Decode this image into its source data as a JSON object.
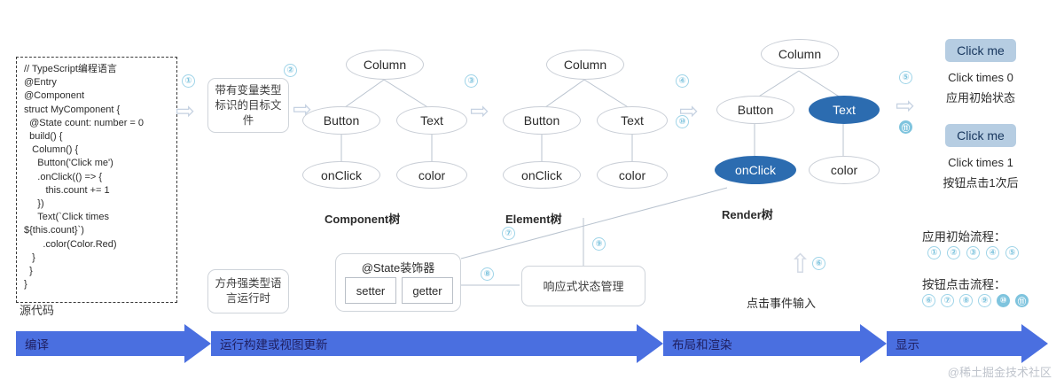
{
  "source": {
    "code": "// TypeScript编程语言\n@Entry\n@Component\nstruct MyComponent {\n  @State count: number = 0\n  build() {\n   Column() {\n     Button('Click me')\n     .onClick(() => {\n        this.count += 1\n     })\n     Text(`Click times\n${this.count}`)\n       .color(Color.Red)\n   }\n  }\n}",
    "label": "源代码"
  },
  "boxes": {
    "target_file": "带有变量类型标识的目标文件",
    "ark_runtime": "方舟强类型语言运行时",
    "reactive_state": "响应式状态管理",
    "state_decorator": "@State装饰器",
    "setter": "setter",
    "getter": "getter"
  },
  "trees": [
    {
      "name": "component-tree",
      "label": "Component树",
      "nodes": {
        "root": "Column",
        "left": "Button",
        "right": "Text",
        "left_child": "onClick",
        "right_child": "color"
      },
      "highlight": []
    },
    {
      "name": "element-tree",
      "label": "Element树",
      "nodes": {
        "root": "Column",
        "left": "Button",
        "right": "Text",
        "left_child": "onClick",
        "right_child": "color"
      },
      "highlight": []
    },
    {
      "name": "render-tree",
      "label": "Render树",
      "nodes": {
        "root": "Column",
        "left": "Button",
        "right": "Text",
        "left_child": "onClick",
        "right_child": "color"
      },
      "highlight": [
        "right",
        "left_child"
      ]
    }
  ],
  "preview": {
    "state_initial": {
      "button": "Click me",
      "times": "Click times 0",
      "caption": "应用初始状态"
    },
    "state_after": {
      "button": "Click me",
      "times": "Click times 1",
      "caption": "按钮点击1次后"
    }
  },
  "event_input": {
    "label": "点击事件输入",
    "marker": "⑥"
  },
  "legend": {
    "initial_title": "应用初始流程：",
    "initial_steps": [
      "①",
      "②",
      "③",
      "④",
      "⑤"
    ],
    "click_title": "按钮点击流程：",
    "click_steps": [
      "⑥",
      "⑦",
      "⑧",
      "⑨",
      "⑩",
      "⑪"
    ]
  },
  "markers": {
    "m1": "①",
    "m2": "②",
    "m3": "③",
    "m4": "④",
    "m5": "⑤",
    "m7": "⑦",
    "m8": "⑧",
    "m9": "⑨",
    "m10": "⑩",
    "m11": "⑪"
  },
  "phases": [
    {
      "label": "编译"
    },
    {
      "label": "运行构建或视图更新"
    },
    {
      "label": "布局和渲染"
    },
    {
      "label": "显示"
    }
  ],
  "watermark": "@稀土掘金技术社区",
  "colors": {
    "highlight_node": "#2c6cb0",
    "phase_arrow": "#4a6fe0",
    "button": "#b6cde2",
    "marker": "#7fc4de"
  }
}
